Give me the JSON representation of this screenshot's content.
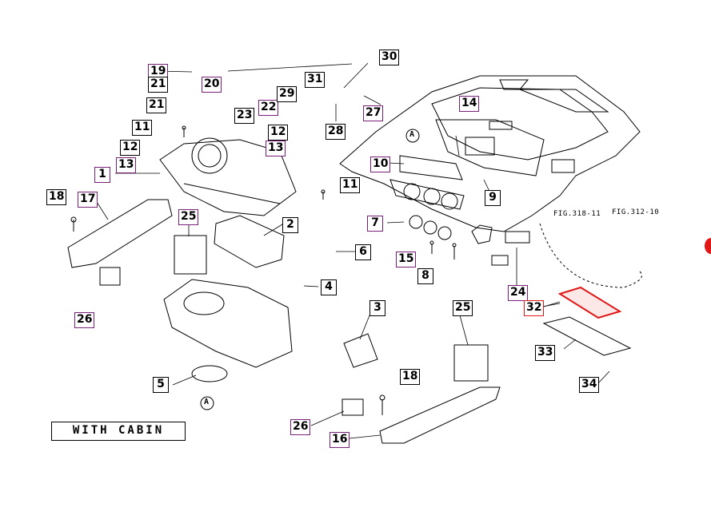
{
  "callouts": {
    "c1": "1",
    "c2": "2",
    "c3": "3",
    "c4": "4",
    "c5": "5",
    "c6": "6",
    "c7": "7",
    "c8": "8",
    "c9": "9",
    "c10": "10",
    "c11a": "11",
    "c11b": "11",
    "c12a": "12",
    "c12b": "12",
    "c13a": "13",
    "c13b": "13",
    "c14": "14",
    "c15": "15",
    "c16": "16",
    "c17": "17",
    "c18a": "18",
    "c18b": "18",
    "c19": "19",
    "c20": "20",
    "c21a": "21",
    "c21b": "21",
    "c22": "22",
    "c23": "23",
    "c24": "24",
    "c25a": "25",
    "c25b": "25",
    "c26a": "26",
    "c26b": "26",
    "c27": "27",
    "c28": "28",
    "c29": "29",
    "c30": "30",
    "c31": "31",
    "c32": "32",
    "c33": "33",
    "c34": "34"
  },
  "figure_refs": {
    "fig_318_11": "FIG.318-11",
    "fig_312_10": "FIG.312-10"
  },
  "markers": {
    "a_top": "A",
    "a_bottom": "A"
  },
  "caption": "WITH CABIN",
  "colors": {
    "line": "#000000",
    "purple_callout": "#7a1f7a",
    "highlight": "#e01818",
    "fill": "#ffffff"
  }
}
